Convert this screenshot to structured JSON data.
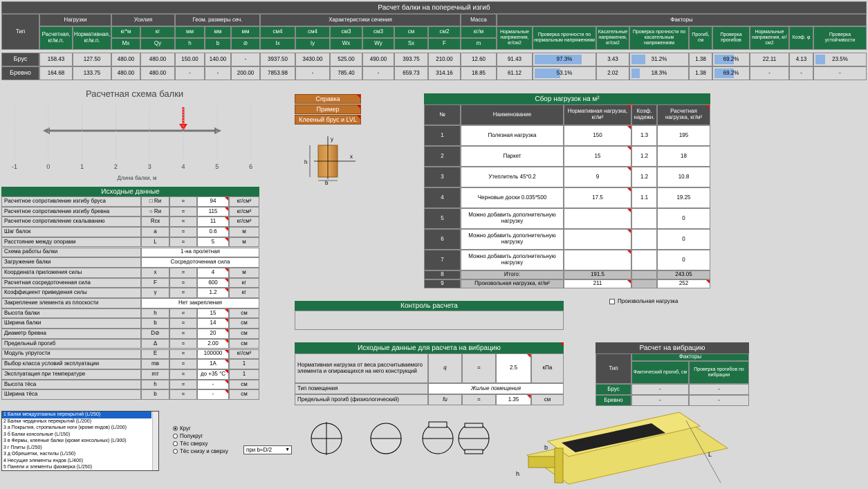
{
  "title": "Расчет балки на поперечный изгиб",
  "top": {
    "groups": [
      "Тип",
      "Нагрузки",
      "Усилия",
      "Геом. размеры сеч.",
      "Характеристики сечения",
      "Масса",
      "Факторы"
    ],
    "cols": [
      [
        "Расчетная, кг/м.п.",
        ""
      ],
      [
        "Нормативная, кг/м.п.",
        ""
      ],
      [
        "кг*м",
        "Mx"
      ],
      [
        "кг",
        "Qy"
      ],
      [
        "мм",
        "h"
      ],
      [
        "мм",
        "b"
      ],
      [
        "мм",
        "⊘"
      ],
      [
        "см4",
        "Ix"
      ],
      [
        "см4",
        "Iy"
      ],
      [
        "см3",
        "Wx"
      ],
      [
        "см3",
        "Wy"
      ],
      [
        "см",
        "Sx"
      ],
      [
        "см2",
        "F"
      ],
      [
        "кг/м",
        "m"
      ]
    ],
    "factor_cols": [
      "Нормальные напряжения, кг/см2",
      "Проверка прочности по нормальным напряжениям",
      "Касательные напряжения, кг/см2",
      "Проверка прочности по касательным напряжениям",
      "Прогиб, см",
      "Проверка прогибов",
      "Нормальные напряжения, кг/см2",
      "Коэф. φ",
      "Проверка устойчивости"
    ],
    "rows": [
      {
        "type": "Брус",
        "vals": [
          "158.43",
          "127.50",
          "480.00",
          "480.00",
          "150.00",
          "140.00",
          "-",
          "3937.50",
          "3430.00",
          "525.00",
          "490.00",
          "393.75",
          "210.00",
          "12.60"
        ],
        "f": [
          "91.43",
          "97.3%",
          "3.43",
          "31.2%",
          "1.38",
          "69.2%",
          "22.11",
          "4.13",
          "23.5%"
        ],
        "bars": [
          0.973,
          0.312,
          0.692,
          0.235
        ]
      },
      {
        "type": "Бревно",
        "vals": [
          "164.68",
          "133.75",
          "480.00",
          "480.00",
          "-",
          "-",
          "200.00",
          "7853.98",
          "-",
          "785.40",
          "-",
          "659.73",
          "314.16",
          "18.85"
        ],
        "f": [
          "61.12",
          "53.1%",
          "2.02",
          "18.3%",
          "1.38",
          "69.2%",
          "-",
          "-",
          "-"
        ],
        "bars": [
          0.531,
          0.183,
          0.692,
          0
        ]
      }
    ]
  },
  "scheme": {
    "title": "Расчетная схема балки",
    "xlabel": "Длина балки, м",
    "ticks": [
      "-1",
      "0",
      "1",
      "2",
      "3",
      "4",
      "5",
      "6"
    ]
  },
  "buttons": [
    "Справка",
    "Пример",
    "Клееный брус и LVL"
  ],
  "section": {
    "h": "h",
    "b": "b",
    "x": "x",
    "y": "y"
  },
  "input": {
    "title": "Исходные данные",
    "rows": [
      [
        "Расчетное сопротивление изгибу бруса",
        "□ Rи",
        "=",
        "94",
        "кг/см²"
      ],
      [
        "Расчетное сопротивление изгибу бревна",
        "○ Rи",
        "=",
        "115",
        "кг/см²"
      ],
      [
        "Расчетное сопротивление скалыванию",
        "Rск",
        "=",
        "11",
        "кг/см²"
      ],
      [
        "Шаг балок",
        "a",
        "=",
        "0.6",
        "м"
      ],
      [
        "Расстояние между опорами",
        "L",
        "=",
        "5",
        "м"
      ],
      [
        "Схема работы балки",
        "",
        "",
        "1-на пролетная",
        ""
      ],
      [
        "Загружение балки",
        "",
        "",
        "Сосредоточенная сила",
        ""
      ],
      [
        "Координата приложения силы",
        "x",
        "=",
        "4",
        "м"
      ],
      [
        "Расчетная сосредоточенная сила",
        "F",
        "=",
        "600",
        "кг"
      ],
      [
        "Коэффициент приведения силы",
        "γ",
        "=",
        "1.2",
        "кг"
      ],
      [
        "Закрепление элемента из плоскости",
        "",
        "",
        "Нет закрепления",
        ""
      ],
      [
        "Высота балки",
        "h",
        "=",
        "15",
        "см"
      ],
      [
        "Ширина балки",
        "b",
        "=",
        "14",
        "см"
      ],
      [
        "Диаметр бревна",
        "D⊘",
        "=",
        "20",
        "см"
      ],
      [
        "Предельный прогиб",
        "Δ",
        "=",
        "2.00",
        "см"
      ],
      [
        "Модуль упругости",
        "E",
        "=",
        "100000",
        "кг/см²"
      ],
      [
        "Выбор класса условий эксплуатации",
        "mв",
        "=",
        "1А",
        "1"
      ],
      [
        "Эксплуатация при температуре",
        "mт",
        "=",
        "до +35 °С",
        "1"
      ],
      [
        "Высота тёса",
        "h",
        "=",
        "-",
        "см"
      ],
      [
        "Ширина тёса",
        "b",
        "=",
        "-",
        "см"
      ]
    ]
  },
  "loads": {
    "title": "Сбор нагрузок на м²",
    "head": [
      "№",
      "Наименование",
      "Нормативная нагрузка, кг/м²",
      "Коэф. надежн.",
      "Расчетная нагрузка, кг/м²"
    ],
    "rows": [
      [
        "1",
        "Полезная нагрузка",
        "150",
        "1.3",
        "195"
      ],
      [
        "2",
        "Паркет",
        "15",
        "1.2",
        "18"
      ],
      [
        "3",
        "Утеплитель 45*0.2",
        "9",
        "1.2",
        "10.8"
      ],
      [
        "4",
        "Черновые доски 0.035*500",
        "17.5",
        "1.1",
        "19.25"
      ],
      [
        "5",
        "Можно добавить дополнительную нагрузку",
        "",
        "",
        "0"
      ],
      [
        "6",
        "Можно добавить дополнительную нагрузку",
        "",
        "",
        "0"
      ],
      [
        "7",
        "Можно добавить дополнительную нагрузку",
        "",
        "",
        "0"
      ]
    ],
    "total": [
      "8",
      "Итого:",
      "191.5",
      "",
      "243.05"
    ],
    "custom": [
      "9",
      "Произвольная нагрузка, кг/м²",
      "211",
      "",
      "252"
    ],
    "checkbox": "Произвольная нагрузка"
  },
  "control": {
    "title": "Контроль расчета"
  },
  "vib_in": {
    "title": "Исходные данные для расчета на вибрацию",
    "rows": [
      [
        "Нормативная нагрузка от веса рассчитываемого элемента и опирающихся на него конструкций",
        "q",
        "=",
        "2.5",
        "кПа"
      ],
      [
        "Тип помещения",
        "",
        "",
        "Жилые помещения",
        ""
      ],
      [
        "Предельный прогиб (физиологический)",
        "fu",
        "=",
        "1.35",
        "см"
      ]
    ]
  },
  "vib": {
    "title": "Расчет на вибрацию",
    "type": "Тип",
    "factors": "Факторы",
    "c1": "Фактический прогиб, см",
    "c2": "Проверка прогибов по вибрации",
    "rows": [
      [
        "Брус",
        "-",
        "-"
      ],
      [
        "Бревно",
        "-",
        "-"
      ]
    ]
  },
  "list": [
    "1 Балки междуэтажных перекрытий (L/250)",
    "2 Балки чердачных перекрытий (L/200)",
    "3 а Покрытия, стропильные ноги (кроме ендов) (L/200)",
    "3 б Балки консольные (L/150)",
    "3 в Фермы, клееные балки (кроме консольных) (L/300)",
    "3 г Плиты (L/250)",
    "3 д Обрешетки, настилы (L/150)",
    "4 Несущие элементы ендов (L/400)",
    "5 Панели и элементы фахверка (L/250)"
  ],
  "radios": [
    "Круг",
    "Полукруг",
    "Тёс сверху",
    "Тёс снизу и сверху"
  ],
  "dropdown": "при b=D/2",
  "floor": {
    "h": "h",
    "b": "b",
    "L": "L"
  }
}
